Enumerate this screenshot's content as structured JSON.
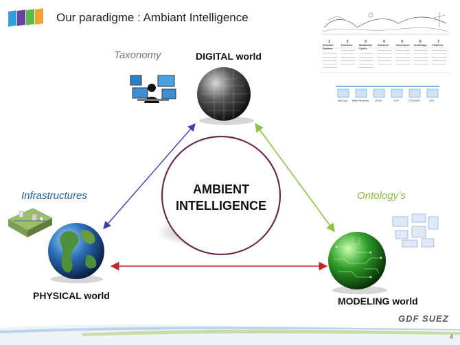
{
  "header": {
    "title": "Our paradigme : Ambiant Intelligence",
    "logo_colors": [
      "#2e9fd8",
      "#6a3fa0",
      "#59b94a",
      "#f0a430"
    ]
  },
  "center": {
    "line1": "AMBIENT",
    "line2": "INTELLIGENCE"
  },
  "nodes": {
    "digital": {
      "label": "DIGITAL world",
      "annotation": "Taxonomy"
    },
    "physical": {
      "label": "PHYSICAL world",
      "annotation": "Infrastructures"
    },
    "modeling": {
      "label": "MODELING world",
      "annotation": "Ontologyʼs"
    }
  },
  "colors": {
    "physical_digital_arrow": "#3b3fb0",
    "digital_modeling_arrow": "#8cc63f",
    "physical_modeling_arrow": "#c0262c",
    "center_circle_stroke": "#6b2a4d",
    "infrastructures_text": "#1f5fa8",
    "ontology_text": "#8cb83a",
    "taxonomy_text": "#777777"
  },
  "thumbnail": {
    "columns": [
      {
        "num": "1",
        "head": "Structure Systems"
      },
      {
        "num": "2",
        "head": "Functions"
      },
      {
        "num": "3",
        "head": "Metabolism Cycles"
      },
      {
        "num": "4",
        "head": "Character"
      },
      {
        "num": "5",
        "head": "Governance"
      },
      {
        "num": "6",
        "head": "Knowledge"
      },
      {
        "num": "7",
        "head": "Problems"
      }
    ],
    "protocols": [
      "BACnet",
      "Web Services",
      "OSGi",
      "TCP",
      "TCP/UDP",
      "CPL"
    ]
  },
  "footer": {
    "brand": "GDF SUEZ",
    "page": "4"
  }
}
